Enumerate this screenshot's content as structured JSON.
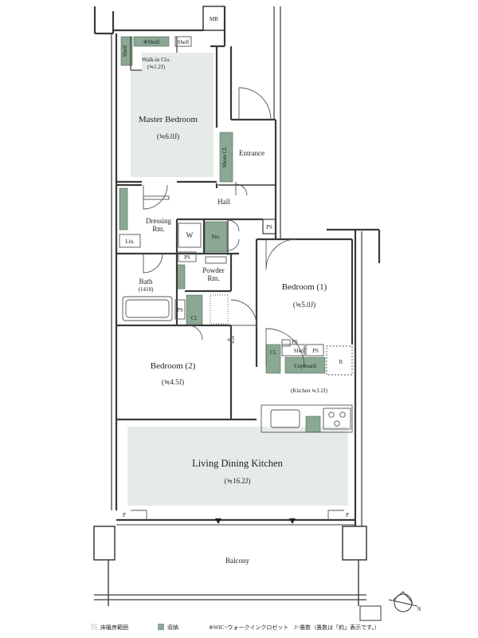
{
  "colors": {
    "wall": "#3a3a3a",
    "floor": "#e6ebe8",
    "storage": "#8aa894",
    "line": "#555555",
    "text": "#222222"
  },
  "rooms": {
    "master_bedroom": {
      "name": "Master Bedroom",
      "size": "(≒6.0J)"
    },
    "walk_in_closet": {
      "name": "Walk-in Clo.",
      "size": "(≒1.2J)"
    },
    "wic_shelf": "※Shelf",
    "shelf_left": "Shelf",
    "shelf_top": "Shelf",
    "mb": "MB",
    "entrance": "Entrance",
    "shoes_cl": "Shoes Cl.",
    "hall": "Hall",
    "dressing": {
      "name": "Dressing",
      "sub": "Rm."
    },
    "washer": "W",
    "lin": "Lin.",
    "sto": "Sto.",
    "ps_dressing": "PS",
    "ps_hall": "PS",
    "powder": {
      "name": "Powder",
      "sub": "Rm."
    },
    "bath": {
      "name": "Bath",
      "size": "(1418)"
    },
    "ps_bath": "PS",
    "bedroom1": {
      "name": "Bedroom (1)",
      "size": "(≒5.0J)"
    },
    "cl_b1": "Cl.",
    "ps_shelf": "PS",
    "shelf_kitchen": "Shelf",
    "ps_kitchen": "PS",
    "cupboard": "Cupboard",
    "refrigerator": "R",
    "kitchen": "(Kitchen ≒3.2J)",
    "bedroom2": {
      "name": "Bedroom (2)",
      "size": "(≒4.5J)"
    },
    "cl_b2": "Cl.",
    "ldk": {
      "name": "Living Dining Kitchen",
      "size": "(≒16.2J)"
    },
    "p_left": "P",
    "p_right": "P",
    "balcony": "Balcony"
  },
  "compass": "N",
  "legend": {
    "floor_label": "床暖房範囲",
    "storage_label": "収納",
    "note": "※WIC=ウォークインクロゼット　J=畳数（畳数は「約」表示です。）"
  }
}
